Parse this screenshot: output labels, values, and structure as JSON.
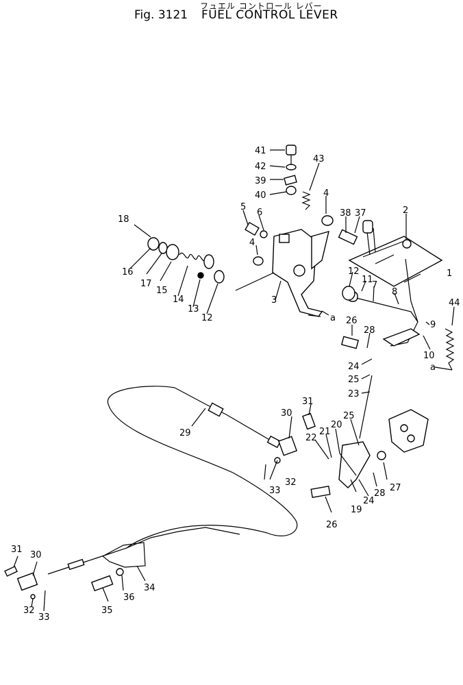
{
  "header": {
    "japanese_title": "フュエル コントロール レバー",
    "figure_number": "Fig. 3121",
    "title": "FUEL CONTROL LEVER"
  },
  "callouts": {
    "c1": "1",
    "c2": "2",
    "c3": "3",
    "c4a": "4",
    "c4b": "4",
    "c5": "5",
    "c6": "6",
    "c7": "7",
    "c8": "8",
    "c9": "9",
    "c10": "10",
    "c11": "11",
    "c12a": "12",
    "c12b": "12",
    "c13": "13",
    "c14": "14",
    "c15": "15",
    "c16": "16",
    "c17": "17",
    "c18": "18",
    "c19": "19",
    "c20": "20",
    "c21": "21",
    "c22": "22",
    "c23": "23",
    "c24a": "24",
    "c24b": "24",
    "c25a": "25",
    "c25b": "25",
    "c26a": "26",
    "c26b": "26",
    "c27": "27",
    "c28a": "28",
    "c28b": "28",
    "c29": "29",
    "c30a": "30",
    "c30b": "30",
    "c31a": "31",
    "c31b": "31",
    "c32a": "32",
    "c32b": "32",
    "c33a": "33",
    "c33b": "33",
    "c34": "34",
    "c35": "35",
    "c36": "36",
    "c37": "37",
    "c38": "38",
    "c39": "39",
    "c40": "40",
    "c41": "41",
    "c42": "42",
    "c43": "43",
    "c44": "44",
    "ref_a1": "a",
    "ref_a2": "a"
  }
}
